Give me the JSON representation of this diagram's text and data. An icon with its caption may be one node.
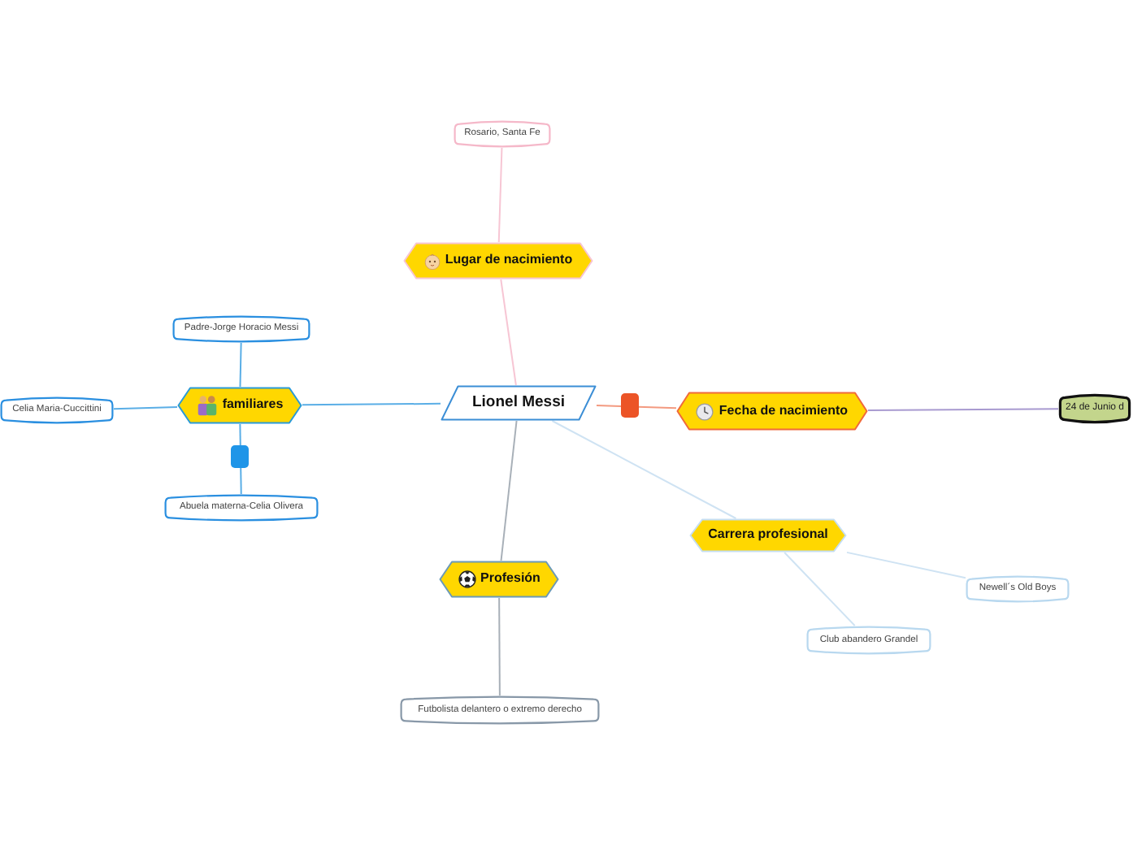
{
  "diagram": {
    "nodes": [
      {
        "text": [
          "Lionel Messi"
        ]
      },
      {
        "text": [
          "Lugar de nacimiento"
        ]
      },
      {
        "text": [
          "Rosario, Santa Fe"
        ]
      },
      {
        "text": [
          "familiares"
        ]
      },
      {
        "text": [
          "Padre-Jorge Horacio Messi"
        ]
      },
      {
        "text": [
          "Celia Maria-Cuccittini"
        ]
      },
      {
        "text": [
          "Abuela materna-Celia Olivera"
        ]
      },
      {
        "text": [
          "Fecha de nacimiento"
        ]
      },
      {
        "text": [
          "24 de Junio d"
        ]
      },
      {
        "text": [
          "Carrera profesional"
        ]
      },
      {
        "text": [
          "Newell´s Old Boys"
        ]
      },
      {
        "text": [
          "Club abandero Grandel"
        ]
      },
      {
        "text": [
          "Profesión"
        ]
      },
      {
        "text": [
          "Futbolista delantero o extremo derecho"
        ]
      }
    ],
    "edges": [
      {
        "from": 0,
        "to": 1,
        "arrow": "none",
        "color": "#f7c6d4"
      },
      {
        "from": 1,
        "to": 2,
        "arrow": "none",
        "color": "#f7c6d4"
      },
      {
        "from": 0,
        "to": 3,
        "arrow": "none"
      },
      {
        "from": 3,
        "to": 4,
        "arrow": "none"
      },
      {
        "from": 3,
        "to": 5,
        "arrow": "none"
      },
      {
        "from": 3,
        "to": 6,
        "arrow": "none"
      },
      {
        "from": 0,
        "to": 7,
        "arrow": "none",
        "color": "#f39a80"
      },
      {
        "from": 7,
        "to": 8,
        "arrow": "none",
        "color": "#a89ad0"
      },
      {
        "from": 0,
        "to": 9,
        "arrow": "none",
        "color": "#cfe3f3"
      },
      {
        "from": 9,
        "to": 10,
        "arrow": "none",
        "color": "#cfe3f3"
      },
      {
        "from": 9,
        "to": 11,
        "arrow": "none",
        "color": "#cfe3f3"
      },
      {
        "from": 0,
        "to": 12,
        "arrow": "none",
        "color": "#a8b0b8"
      },
      {
        "from": 12,
        "to": 13,
        "arrow": "none",
        "color": "#a8b0b8"
      }
    ]
  }
}
